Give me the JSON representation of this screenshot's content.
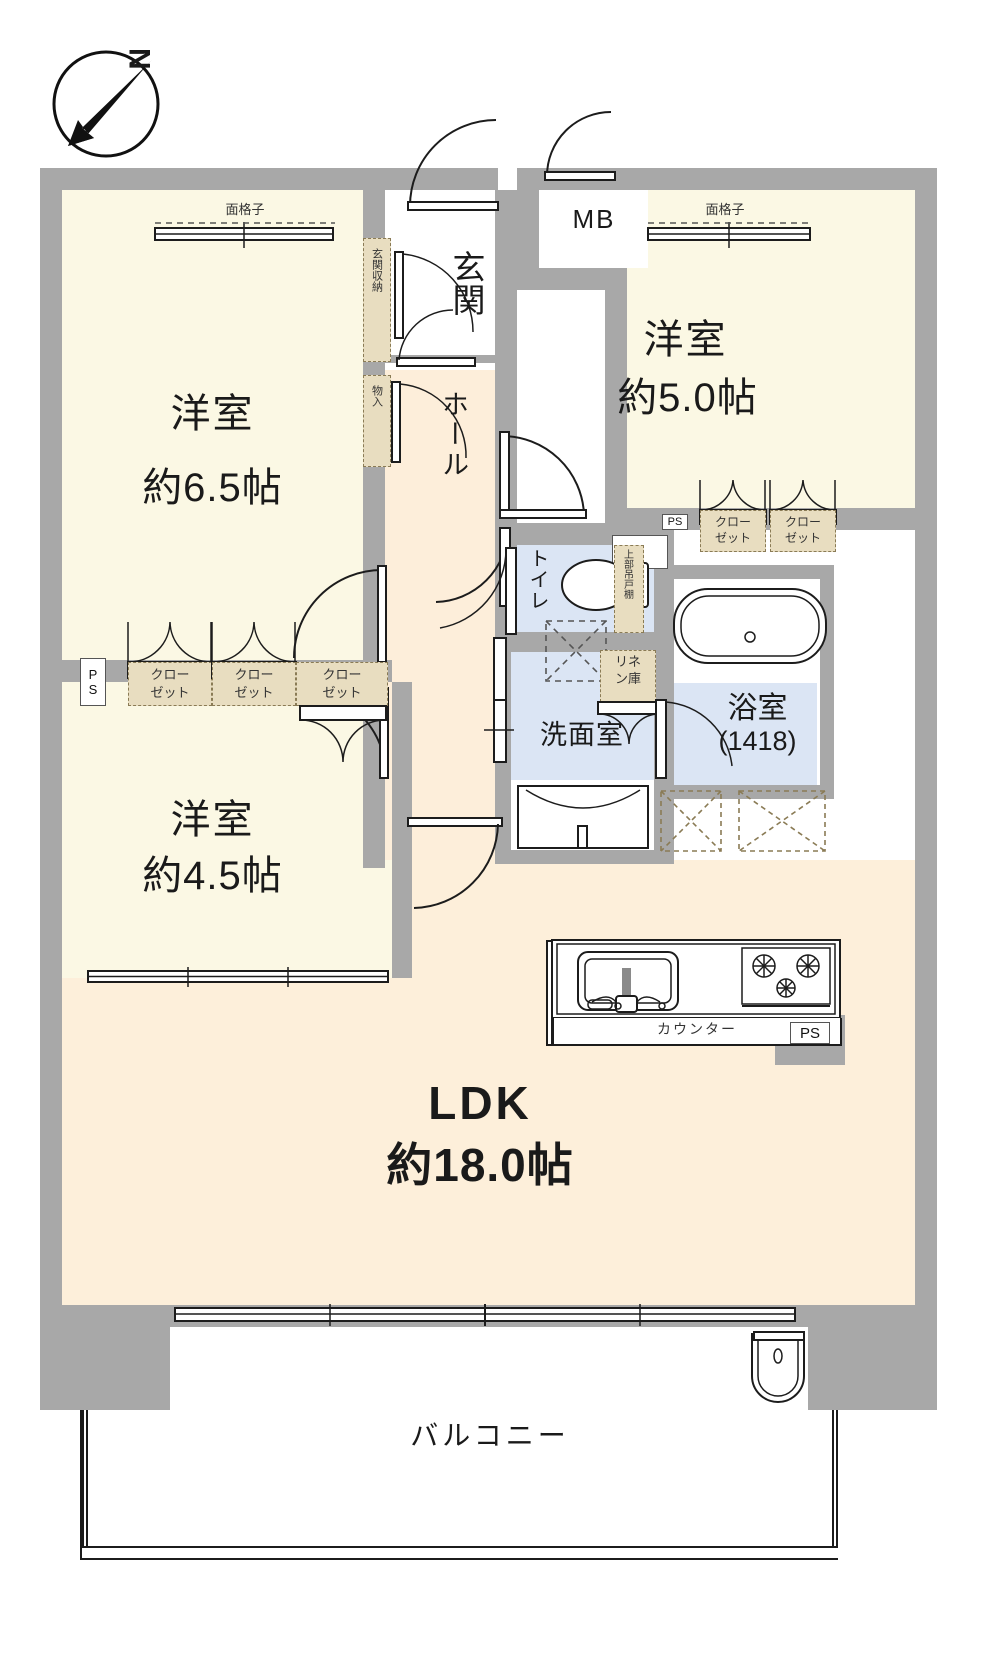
{
  "plan": {
    "type": "apartment-floor-plan",
    "compass_label": "N",
    "rooms": [
      {
        "id": "washitsu-65",
        "name": "洋室",
        "size": "約6.5帖"
      },
      {
        "id": "washitsu-45",
        "name": "洋室",
        "size": "約4.5帖"
      },
      {
        "id": "washitsu-50",
        "name": "洋室",
        "size": "約5.0帖"
      },
      {
        "id": "ldk",
        "name": "LDK",
        "size": "約18.0帖"
      }
    ],
    "labels": {
      "entrance": "玄関",
      "entrance_storage": "玄関収納",
      "closet_storage": "物入",
      "hall": "ホール",
      "mb": "MB",
      "toilet": "トイレ",
      "upper_cabinet": "上部吊戸棚",
      "linen": "リネン庫",
      "washroom": "洗面室",
      "bathroom": "浴室",
      "bathroom_size": "(1418)",
      "closet": "クローゼット",
      "counter": "カウンター",
      "balcony": "バルコニー",
      "window_grille": "面格子",
      "ps": "PS"
    },
    "closets": [
      {
        "id": "closet-1",
        "label": "クローゼット"
      },
      {
        "id": "closet-2",
        "label": "クローゼット"
      },
      {
        "id": "closet-3",
        "label": "クローゼット"
      },
      {
        "id": "closet-4",
        "label": "クローゼット"
      },
      {
        "id": "closet-5",
        "label": "クローゼット"
      }
    ],
    "ps_markers": [
      "PS",
      "PS",
      "PS"
    ],
    "window_grilles": [
      "面格子",
      "面格子"
    ],
    "colors": {
      "wall": "#a8a8a8",
      "room_cream": "#fbf8e4",
      "ldk": "#fdefda",
      "wet_area": "#dbe5f4",
      "closet": "#e8ddc0",
      "hall": "#fdeeda",
      "outline": "#1c1c1c"
    }
  }
}
